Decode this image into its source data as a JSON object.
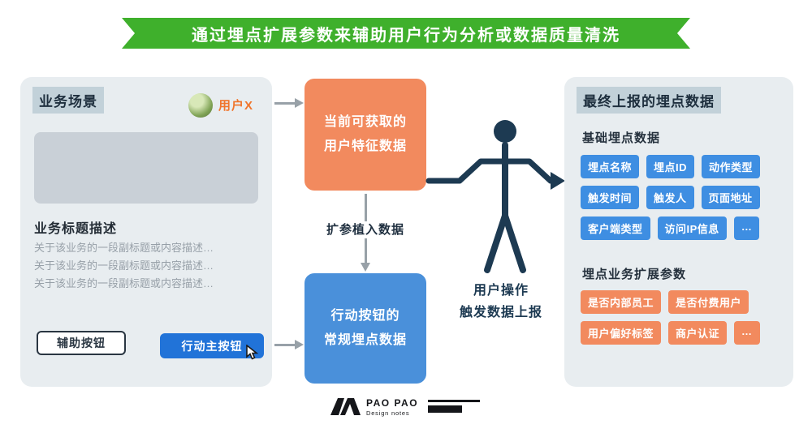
{
  "banner": {
    "text": "通过埋点扩展参数来辅助用户行为分析或数据质量清洗",
    "color": "#3fb02c"
  },
  "scene_panel": {
    "title": "业务场景",
    "user_label": "用户X",
    "heading": "业务标题描述",
    "descriptions": [
      "关于该业务的一段副标题或内容描述…",
      "关于该业务的一段副标题或内容描述…",
      "关于该业务的一段副标题或内容描述…"
    ],
    "buttons": {
      "secondary": "辅助按钮",
      "primary": "行动主按钮"
    }
  },
  "flow": {
    "feature_box": {
      "line1": "当前可获取的",
      "line2": "用户特征数据",
      "color": "#f28a5e"
    },
    "inject_label": "扩参植入数据",
    "action_box": {
      "line1": "行动按钮的",
      "line2": "常规埋点数据",
      "color": "#4a90da"
    }
  },
  "person": {
    "caption_line1": "用户操作",
    "caption_line2": "触发数据上报",
    "color": "#1d3a52"
  },
  "report_panel": {
    "title": "最终上报的埋点数据",
    "basic_section": {
      "label": "基础埋点数据",
      "tag_color": "#3e8ee2",
      "tags": [
        "埋点名称",
        "埋点ID",
        "动作类型",
        "触发时间",
        "触发人",
        "页面地址",
        "客户端类型",
        "访问IP信息",
        "…"
      ]
    },
    "extended_section": {
      "label": "埋点业务扩展参数",
      "tag_color": "#f28a5e",
      "tags": [
        "是否内部员工",
        "是否付费用户",
        "用户偏好标签",
        "商户认证",
        "…"
      ]
    }
  },
  "logo": {
    "title": "PAO PAO",
    "subtitle": "Design notes"
  }
}
